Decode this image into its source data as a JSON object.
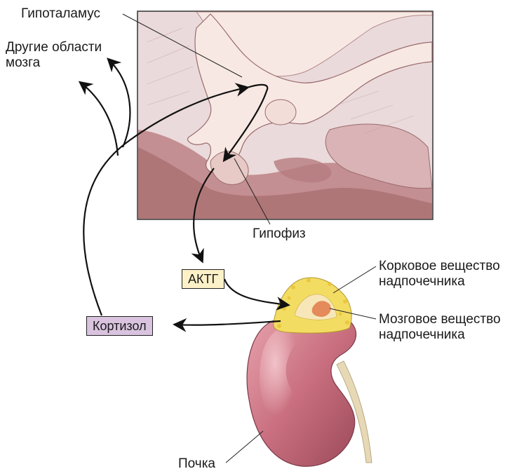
{
  "labels": {
    "hypothalamus": "Гипоталамус",
    "other_brain_line1": "Другие области",
    "other_brain_line2": "мозга",
    "pituitary": "Гипофиз",
    "acth": "АКТГ",
    "cortisol": "Кортизол",
    "adrenal_cortex_line1": "Корковое вещество",
    "adrenal_cortex_line2": "надпочечника",
    "adrenal_medulla_line1": "Мозговое вещество",
    "adrenal_medulla_line2": "надпочечника",
    "kidney": "Почка"
  },
  "colors": {
    "brain_background": "#eadadb",
    "brain_tissue": "#f7e8e3",
    "brain_shadow": "#a66b6e",
    "acth_box": "#fcf1c7",
    "cortisol_box": "#d9c3df",
    "kidney": "#c96f7f",
    "adrenal_cortex": "#f3dc62",
    "adrenal_medulla": "#e58a5a"
  }
}
